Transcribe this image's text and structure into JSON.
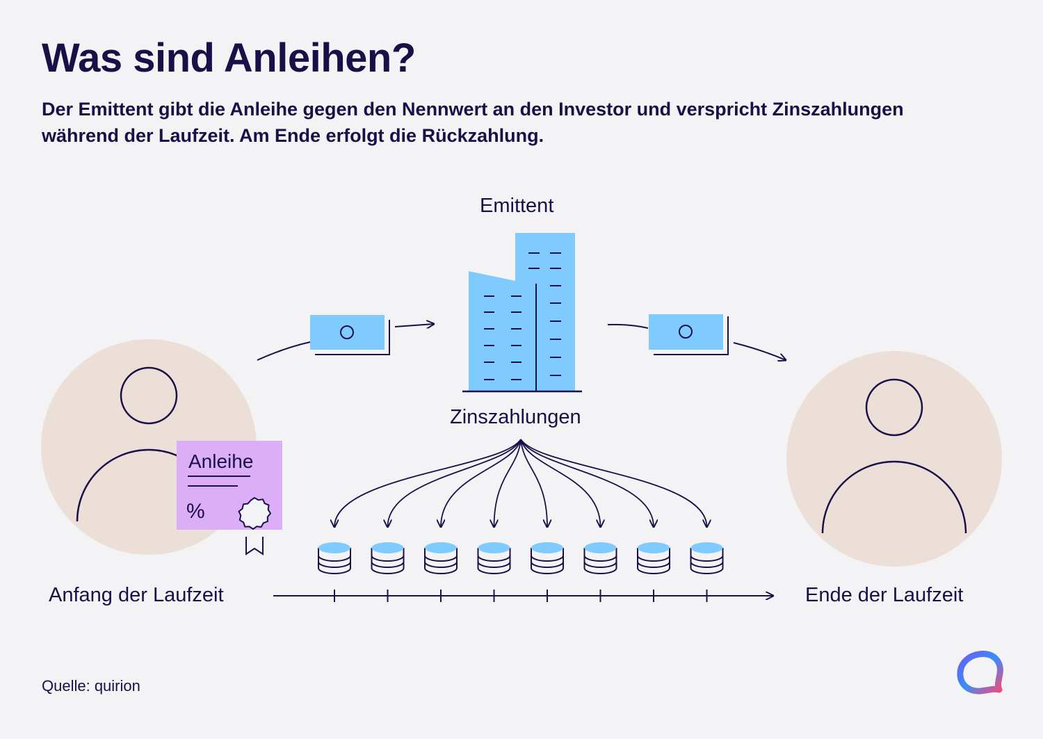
{
  "title": "Was sind Anleihen?",
  "subtitle": "Der Emittent gibt die Anleihe gegen den Nennwert an den Investor und verspricht Zinszahlungen während der Laufzeit. Am Ende erfolgt die Rückzahlung.",
  "labels": {
    "emittent": "Emittent",
    "zinszahlungen": "Zinszahlungen",
    "anfang": "Anfang der Laufzeit",
    "ende": "Ende der Laufzeit"
  },
  "certificate": {
    "title": "Anleihe",
    "symbol": "%"
  },
  "interest_payment_count": 8,
  "source": "Quelle: quirion",
  "colors": {
    "background": "#f3f3f6",
    "ink": "#1b0f47",
    "building": "#7fcbff",
    "person_circle": "#ebdfd8",
    "certificate": "#dcaef8"
  },
  "icons": [
    "investor-icon",
    "bond-certificate-icon",
    "banknote-icon",
    "building-icon",
    "coin-stack-icon",
    "logo-icon"
  ]
}
